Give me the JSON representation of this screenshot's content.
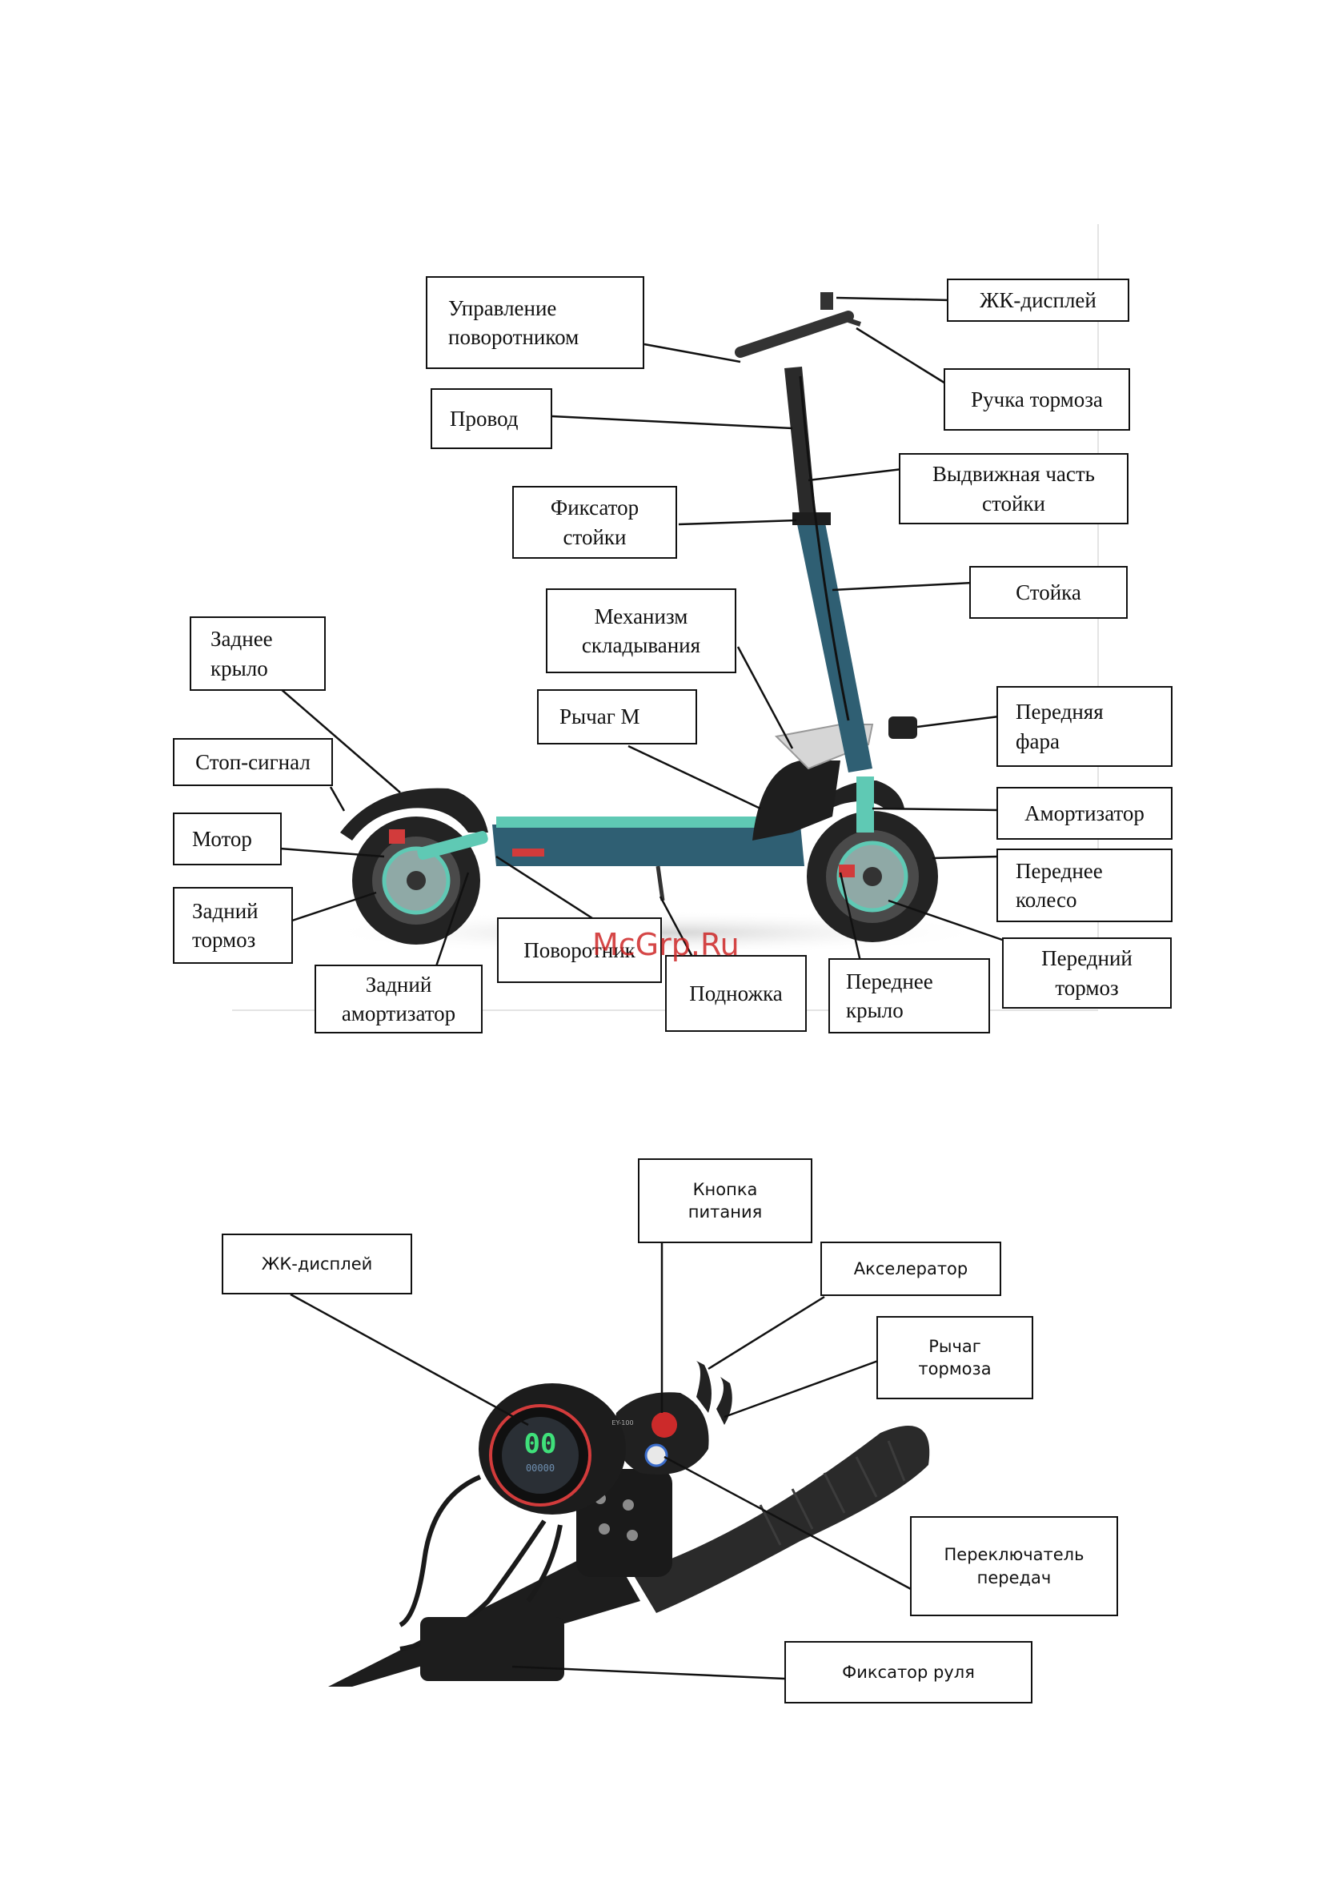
{
  "scooter_labels": {
    "turn_signal_control": "Управление\nповоротником",
    "lcd_display": "ЖК-дисплей",
    "wire": "Провод",
    "brake_handle": "Ручка тормоза",
    "telescopic_stem": "Выдвижная часть\nстойки",
    "stem_lock": "Фиксатор\nстойки",
    "stem": "Стойка",
    "folding_mechanism": "Механизм\nскладывания",
    "rear_fender": "Заднее\nкрыло",
    "lever_m": "Рычаг М",
    "headlight": "Передняя\nфара",
    "brake_light": "Стоп-сигнал",
    "shock_absorber": "Амортизатор",
    "motor": "Мотор",
    "front_wheel": "Переднее\nколесо",
    "rear_brake": "Задний\nтормоз",
    "turn_signal": "Поворотник",
    "front_brake": "Передний\nтормоз",
    "rear_shock": "Задний\nамортизатор",
    "kickstand": "Подножка",
    "front_fender": "Переднее\nкрыло"
  },
  "handlebar_labels": {
    "power_button": "Кнопка\nпитания",
    "lcd_display": "ЖК-дисплей",
    "accelerator": "Акселератор",
    "brake_lever": "Рычаг\nтормоза",
    "gear_switch": "Переключатель\nпередач",
    "handlebar_lock": "Фиксатор руля"
  },
  "display_readout": {
    "speed": "00",
    "odometer": "00000",
    "model": "EY-100"
  },
  "watermark": "McGrp.Ru",
  "colors": {
    "frame": "#2f5f73",
    "accent": "#5fc9b4",
    "red": "#d23b3b"
  }
}
